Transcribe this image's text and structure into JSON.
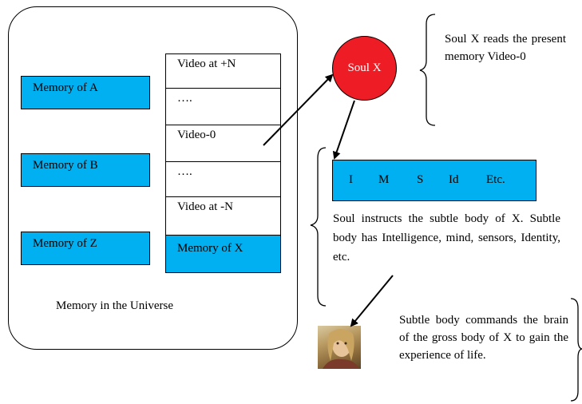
{
  "universe": {
    "memories": [
      "Memory of A",
      "Memory of B",
      "Memory of Z"
    ],
    "videos": [
      "Video at +N",
      "….",
      "Video-0",
      "….",
      "Video at -N",
      "Memory of X"
    ],
    "label": "Memory in the Universe"
  },
  "soul": {
    "label": "Soul X",
    "note": "Soul X reads the present memory Video-0"
  },
  "subtle_body": {
    "items": [
      "I",
      "M",
      "S",
      "Id",
      "Etc."
    ],
    "note": "Soul instructs the subtle body of X. Subtle body has Intelligence, mind, sensors, Identity, etc."
  },
  "gross_body": {
    "note": "Subtle body commands the brain of the gross body of X to gain the experience of life."
  },
  "colors": {
    "box_blue": "#00b0f0",
    "soul_red": "#ee1c24"
  }
}
